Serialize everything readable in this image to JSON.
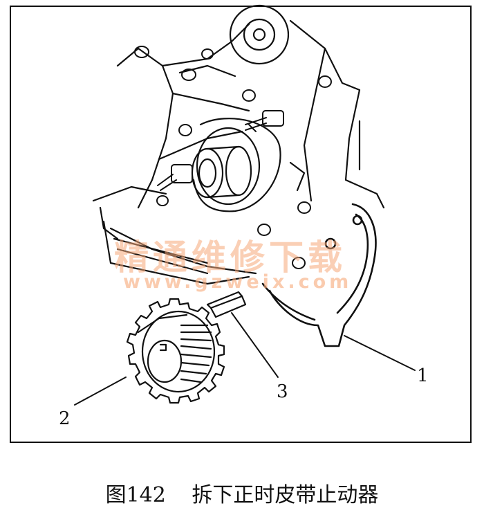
{
  "figure": {
    "callouts": {
      "c1": "1",
      "c2": "2",
      "c3": "3"
    },
    "watermark": {
      "text": "精通维修下载",
      "url": "www.gzweix.com"
    },
    "caption": {
      "number": "图142",
      "title": "拆下正时皮带止动器"
    }
  }
}
